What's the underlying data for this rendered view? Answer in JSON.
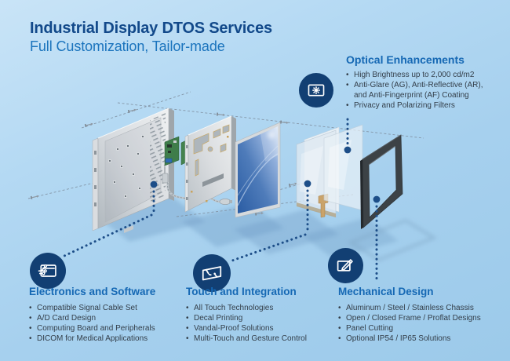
{
  "header": {
    "title": "Industrial Display DTOS Services",
    "subtitle": "Full Customization, Tailor-made"
  },
  "sections": {
    "optical": {
      "title": "Optical Enhancements",
      "bullets": [
        "High Brightness up to 2,000 cd/m2",
        "Anti-Glare (AG), Anti-Reflective (AR), and Anti-Fingerprint (AF) Coating",
        "Privacy and Polarizing Filters"
      ],
      "icon": "display-brightness-icon"
    },
    "electronics": {
      "title": "Electronics and Software",
      "bullets": [
        "Compatible Signal Cable Set",
        "A/D Card Design",
        "Computing Board and Peripherals",
        "DICOM for Medical Applications"
      ],
      "icon": "circuit-board-icon"
    },
    "touch": {
      "title": "Touch and Integration",
      "bullets": [
        "All Touch Technologies",
        "Decal Printing",
        "Vandal-Proof Solutions",
        "Multi-Touch and Gesture Control"
      ],
      "icon": "touch-gesture-icon"
    },
    "mechanical": {
      "title": "Mechanical Design",
      "bullets": [
        "Aluminum / Steel / Stainless Chassis",
        "Open / Closed Frame / Proflat Designs",
        "Panel Cutting",
        "Optional IP54 / IP65 Solutions"
      ],
      "icon": "panel-pencil-icon"
    }
  },
  "illustration": {
    "description": "Exploded isometric view of an industrial display: rear cover, A/D boards and cables, open-frame chassis, LCD cell, touch sensor glass, optical filter glass, front bezel"
  },
  "colors": {
    "background_top": "#c9e4f7",
    "background_bottom": "#9ccaea",
    "title_navy": "#12498a",
    "subtitle_blue": "#1b74bd",
    "section_heading_blue": "#1568b4",
    "body_text": "#333e49",
    "icon_circle_navy": "#123f73",
    "connector_dot_navy": "#1d4e88"
  }
}
